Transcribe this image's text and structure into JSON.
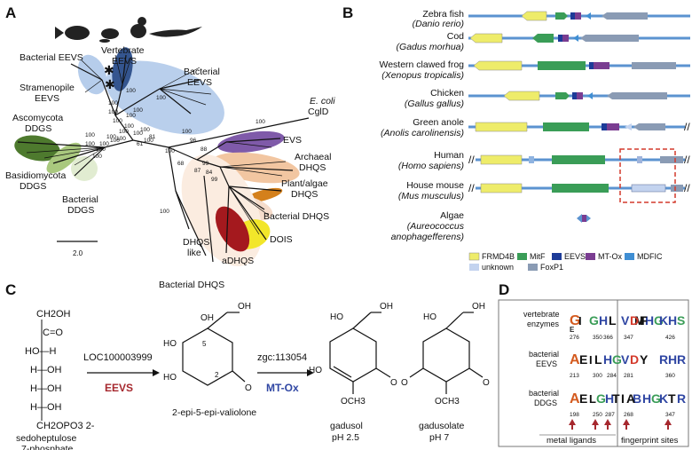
{
  "panels": {
    "a": "A",
    "b": "B",
    "c": "C",
    "d": "D"
  },
  "panel_a": {
    "clades": [
      {
        "name": "Vertebrate EEVS",
        "line1": "Vertebrate",
        "line2": "EEVS"
      },
      {
        "name": "Bacterial EEVS (top-left)",
        "line1": "Bacterial EEVS"
      },
      {
        "name": "Stramenopile EEVS",
        "line1": "Stramenopile",
        "line2": "EEVS"
      },
      {
        "name": "Bacterial EEVS (large)",
        "line1": "Bacterial",
        "line2": "EEVS"
      },
      {
        "name": "Ascomycota DDGS",
        "line1": "Ascomycota",
        "line2": "DDGS"
      },
      {
        "name": "Basidiomycota DDGS",
        "line1": "Basidiomycota",
        "line2": "DDGS"
      },
      {
        "name": "Bacterial DDGS",
        "line1": "Bacterial",
        "line2": "DDGS"
      },
      {
        "name": "E. coli CglD",
        "line1": "E. coli",
        "line2": "CglD"
      },
      {
        "name": "EVS",
        "line1": "EVS"
      },
      {
        "name": "Archaeal DHQS",
        "line1": "Archaeal",
        "line2": "DHQS"
      },
      {
        "name": "Plant/algae DHQS",
        "line1": "Plant/algae",
        "line2": "DHQS"
      },
      {
        "name": "Bacterial DHQS (right)",
        "line1": "Bacterial DHQS"
      },
      {
        "name": "DOIS",
        "line1": "DOIS"
      },
      {
        "name": "aDHQS",
        "line1": "aDHQS"
      },
      {
        "name": "DHQS like",
        "line1": "DHQS",
        "line2": "like"
      },
      {
        "name": "Bacterial DHQS (bottom)",
        "line1": "Bacterial DHQS"
      }
    ],
    "bootstrap": [
      "100",
      "100",
      "100",
      "100",
      "100",
      "100",
      "100",
      "100",
      "100",
      "100",
      "100",
      "100",
      "100",
      "100",
      "100",
      "100",
      "100",
      "100",
      "100",
      "61",
      "100",
      "81",
      "100",
      "100",
      "100",
      "96",
      "68",
      "88",
      "99",
      "87",
      "84",
      "99",
      "100"
    ],
    "scale_bar": "2.0"
  },
  "panel_b": {
    "species": [
      {
        "common": "Zebra fish",
        "latin": "(Danio rerio)"
      },
      {
        "common": "Cod",
        "latin": "(Gadus morhua)"
      },
      {
        "common": "Western clawed frog",
        "latin": "(Xenopus tropicalis)"
      },
      {
        "common": "Chicken",
        "latin": "(Gallus gallus)"
      },
      {
        "common": "Green anole",
        "latin": "(Anolis carolinensis)"
      },
      {
        "common": "Human",
        "latin": "(Homo sapiens)"
      },
      {
        "common": "House mouse",
        "latin": "(Mus musculus)"
      },
      {
        "common": "Algae",
        "latin": "(Aureococcus",
        "latin2": "anophagefferens)"
      }
    ],
    "legend": [
      {
        "label": "FRMD4B",
        "color": "#eeec6a"
      },
      {
        "label": "MitF",
        "color": "#3a9d57"
      },
      {
        "label": "EEVS",
        "color": "#1d3b98"
      },
      {
        "label": "MT-Ox",
        "color": "#7a3d91"
      },
      {
        "label": "MDFIC",
        "color": "#3f8ed3"
      },
      {
        "label": "unknown",
        "color": "#c3d3ef"
      },
      {
        "label": "FoxP1",
        "color": "#8a9bb4"
      }
    ]
  },
  "panel_c": {
    "substrate": {
      "lines": [
        "CH2OH",
        "C=O",
        "HO—H",
        "H—OH",
        "H—OH",
        "H—OH",
        "CH2OPO3 2-"
      ],
      "name1": "sedoheptulose",
      "name2": "7-phosphate"
    },
    "gene1": "LOC100003999",
    "enzyme1": "EEVS",
    "product1": "2-epi-5-epi-valiolone",
    "gene2": "zgc:113054",
    "enzyme2": "MT-Ox",
    "product2": {
      "name": "gadusol",
      "ph": "pH 2.5"
    },
    "product3": {
      "name": "gadusolate",
      "ph": "pH 7"
    },
    "ring_labels": [
      "5",
      "2",
      "OH",
      "OH",
      "HO",
      "HO",
      "O",
      "OCH3"
    ]
  },
  "panel_d": {
    "rows": [
      {
        "label1": "vertebrate",
        "label2": "enzymes",
        "positions": [
          "276",
          "350",
          "366",
          "347",
          "426"
        ]
      },
      {
        "label1": "bacterial",
        "label2": "EEVS",
        "positions": [
          "213",
          "300",
          "284",
          "281",
          "360"
        ]
      },
      {
        "label1": "bacterial",
        "label2": "DDGS",
        "positions": [
          "198",
          "250",
          "287",
          "268",
          "347"
        ]
      }
    ],
    "group1": "metal ligands",
    "group2": "fingerprint sites"
  }
}
